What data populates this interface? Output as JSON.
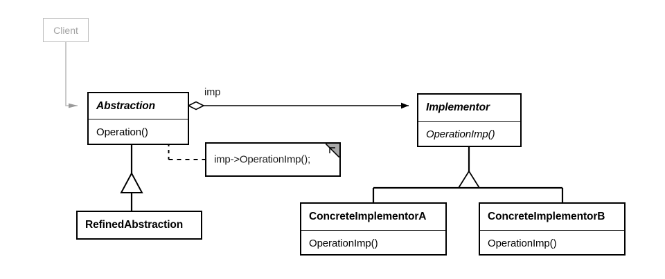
{
  "diagram": {
    "title": "Bridge pattern structure diagram",
    "type": "uml-class-diagram",
    "colors": {
      "stroke": "#000000",
      "fill": "#ffffff",
      "muted_stroke": "#bdbdbd",
      "muted_text": "#a3a3a3",
      "note_fold_fill": "#a9a9a9"
    }
  },
  "client": {
    "label": "Client"
  },
  "classes": {
    "abstraction": {
      "name": "Abstraction",
      "name_style": "bold-italic",
      "members": [
        "Operation()"
      ]
    },
    "refined_abstraction": {
      "name": "RefinedAbstraction",
      "name_style": "bold",
      "members": []
    },
    "implementor": {
      "name": "Implementor",
      "name_style": "bold-italic",
      "members": [
        "OperationImp()"
      ]
    },
    "concrete_implementor_a": {
      "name": "ConcreteImplementorA",
      "name_style": "bold",
      "members": [
        "OperationImp()"
      ]
    },
    "concrete_implementor_b": {
      "name": "ConcreteImplementorB",
      "name_style": "bold",
      "members": [
        "OperationImp()"
      ]
    }
  },
  "relations": {
    "association_label": "imp",
    "association_kind": "aggregation-with-navigable-arrow",
    "client_to_abstraction": "uses",
    "abstraction_generalization": "RefinedAbstraction -> Abstraction",
    "implementor_generalization": "ConcreteImplementorA, ConcreteImplementorB -> Implementor"
  },
  "note": {
    "text": "imp->OperationImp();",
    "anchor": "Operation()"
  }
}
